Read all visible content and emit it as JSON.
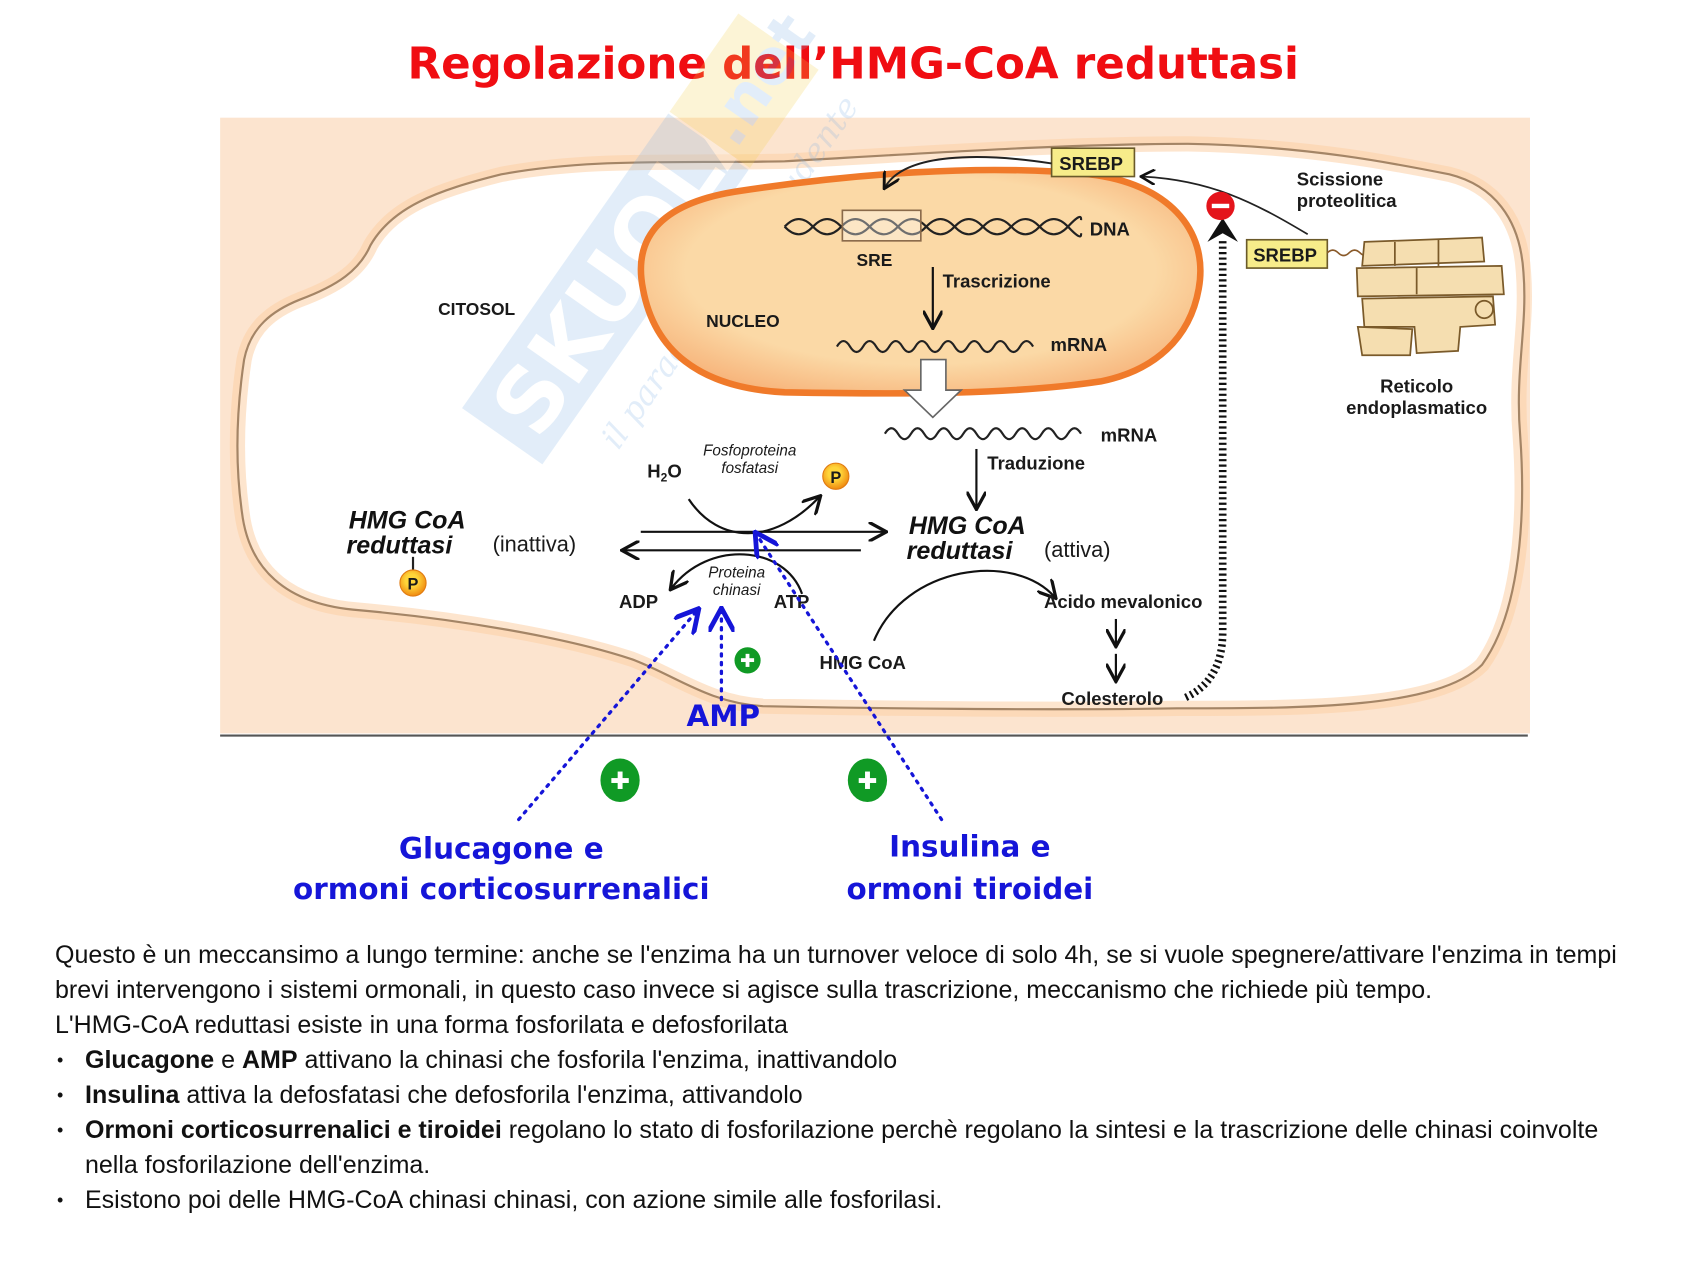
{
  "title": "Regolazione dell’HMG-CoA reduttasi",
  "watermark": {
    "brand": "SKUOLA",
    "domain": ".net",
    "tagline": "il paradiso dello studente"
  },
  "diagram": {
    "compartments": {
      "cytosol": "CITOSOL",
      "nucleus": "NUCLEO",
      "er": [
        "Reticolo",
        "endoplasmatico"
      ]
    },
    "srebp_top": "SREBP",
    "srebp_er": "SREBP",
    "proteolysis": [
      "Scissione",
      "proteolitica"
    ],
    "dna": "DNA",
    "sre": "SRE",
    "transcription": "Trascrizione",
    "mrna_nucleus": "mRNA",
    "mrna_cytosol": "mRNA",
    "translation": "Traduzione",
    "enzyme_inactive": {
      "line1": "HMG CoA",
      "line2": "reduttasi",
      "state": "(inattiva)"
    },
    "enzyme_active": {
      "line1": "HMG CoA",
      "line2": "reduttasi",
      "state": "(attiva)"
    },
    "water": "H",
    "water_sub": "2",
    "water_o": "O",
    "phosphatase": [
      "Fosfoproteina",
      "fosfatasi"
    ],
    "kinase": [
      "Proteina",
      "chinasi"
    ],
    "adp": "ADP",
    "atp": "ATP",
    "phosphate": "P",
    "hmg_coa": "HMG CoA",
    "mevalonic_acid": "Acido mevalonico",
    "cholesterol": "Colesterolo",
    "amp": "AMP",
    "minus": "−",
    "plus": "+",
    "effector_left": [
      "Glucagone e",
      "ormoni corticosurrenalici"
    ],
    "effector_right": [
      "Insulina e",
      "ormoni tiroidei"
    ]
  },
  "colors": {
    "title": "#f00d12",
    "cell_bg": "#fce4cf",
    "nucleus_fill": "#fbd9a6",
    "nucleus_border": "#f07a2a",
    "regulator_blue": "#1515d8",
    "activator_green": "#109a25",
    "inhibitor_red": "#e4141b",
    "phosphate_orange": "#f5a51c",
    "srebp_yellow": "#f7ec8a"
  },
  "notes": {
    "paragraph1": "Questo è un meccansimo a lungo termine: anche se l'enzima ha un turnover veloce di solo 4h, se si vuole spegnere/attivare l'enzima in tempi brevi intervengono i sistemi ormonali, in questo caso invece si agisce sulla trascrizione, meccanismo che richiede più tempo.",
    "paragraph2": "L'HMG-CoA reduttasi esiste in una forma fosforilata e defosforilata",
    "bullets": [
      {
        "bold1": "Glucagone",
        "mid": " e ",
        "bold2": "AMP",
        "rest": " attivano la chinasi che fosforila l'enzima, inattivandolo"
      },
      {
        "bold1": "Insulina",
        "mid": "",
        "bold2": "",
        "rest": " attiva la defosfatasi che defosforila l'enzima, attivandolo"
      },
      {
        "bold1": "Ormoni corticosurrenalici e tiroidei",
        "mid": "",
        "bold2": "",
        "rest": " regolano lo stato di fosforilazione perchè regolano la sintesi e la trascrizione delle chinasi coinvolte nella fosforilazione dell'enzima."
      },
      {
        "bold1": "",
        "mid": "",
        "bold2": "",
        "rest": "Esistono poi delle HMG-CoA chinasi chinasi, con azione simile alle fosforilasi."
      }
    ]
  }
}
